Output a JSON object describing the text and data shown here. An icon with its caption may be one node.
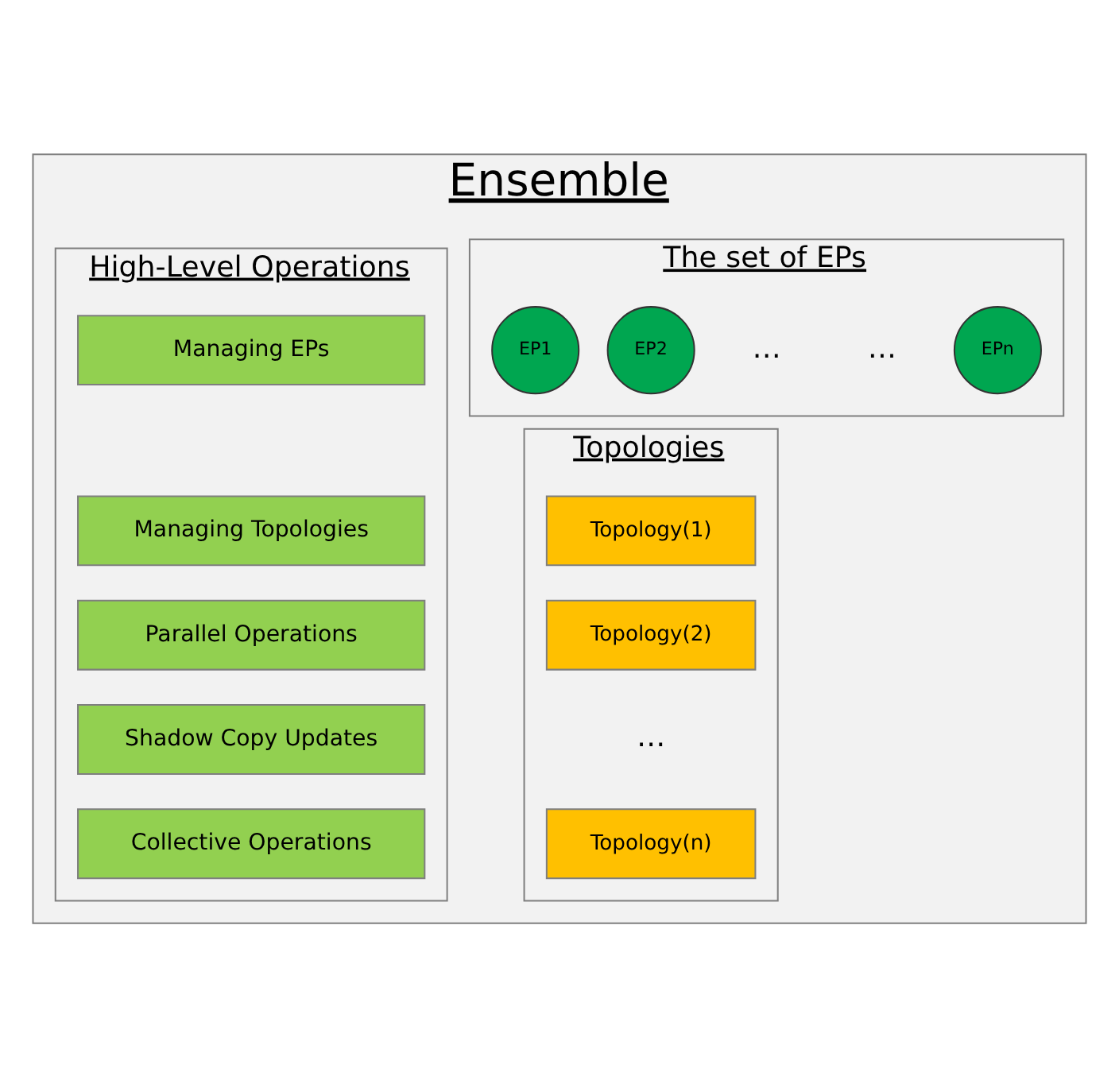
{
  "diagram": {
    "nodes": [
      {
        "text": [
          "Ensemble"
        ]
      },
      {
        "text": [
          "The set of EPs"
        ],
        "in": 0
      },
      {
        "text": [
          "EP1"
        ],
        "in": 1
      },
      {
        "text": [
          "EP2"
        ],
        "in": 1
      },
      {
        "text": [
          "EPn"
        ],
        "in": 1
      },
      {
        "text": [
          "Topologies"
        ],
        "in": 0
      },
      {
        "text": [
          "Topology(1)"
        ],
        "in": 5
      },
      {
        "text": [
          "Topology(2)"
        ],
        "in": 5
      },
      {
        "text": [
          "Topology(n)"
        ],
        "in": 5
      },
      {
        "text": [
          "High-Level Operations"
        ],
        "in": 0
      },
      {
        "text": [
          "Managing EPs"
        ],
        "in": 9
      },
      {
        "text": [
          "Managing Topologies"
        ],
        "in": 9
      },
      {
        "text": [
          "Parallel Operations"
        ],
        "in": 9
      },
      {
        "text": [
          "Shadow Copy Updates"
        ],
        "in": 9
      },
      {
        "text": [
          "Collective Operations"
        ],
        "in": 9
      }
    ],
    "edges": [],
    "labels": [
      "…",
      "…",
      "…"
    ]
  }
}
